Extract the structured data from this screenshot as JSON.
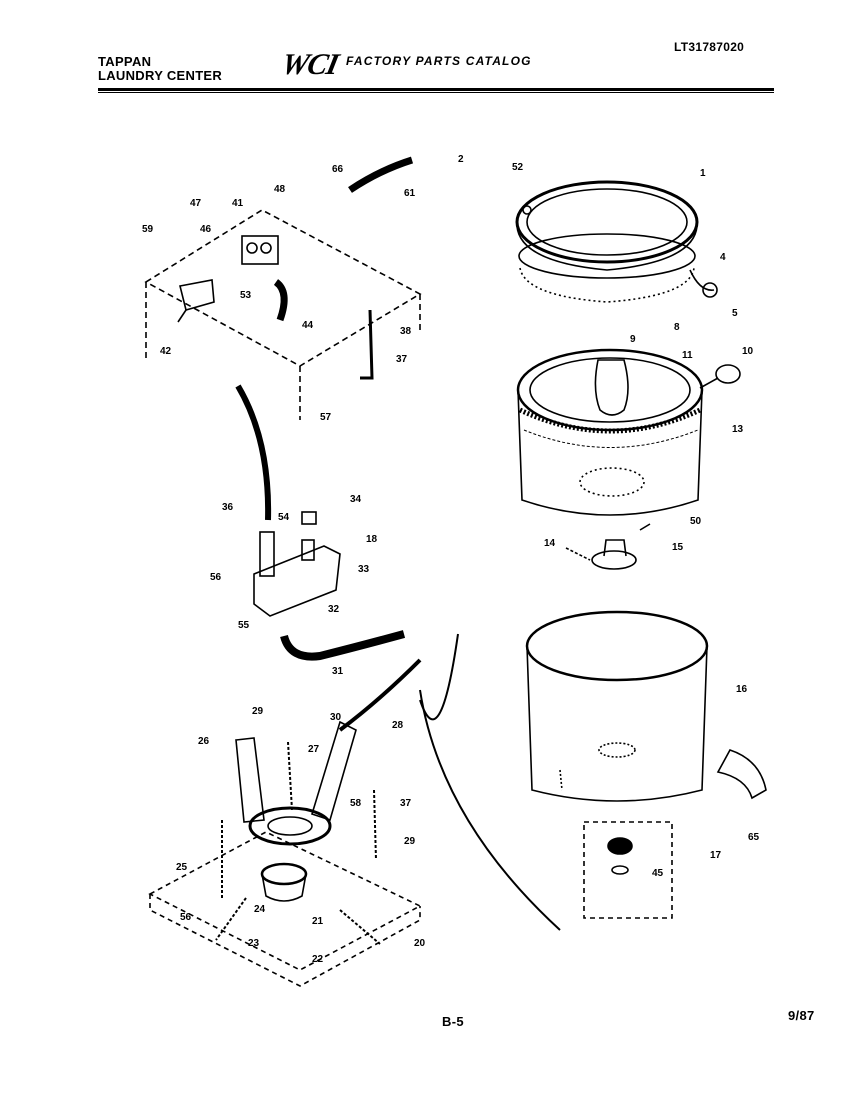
{
  "header": {
    "brand_line1": "TAPPAN",
    "brand_line2": "LAUNDRY CENTER",
    "logo_text": "WCI",
    "catalog_title": "FACTORY PARTS CATALOG",
    "model_number": "LT31787020"
  },
  "footer": {
    "page_number": "B-5",
    "date_code": "9/87"
  },
  "part_labels": [
    "1",
    "2",
    "52",
    "66",
    "61",
    "48",
    "47",
    "46",
    "59",
    "41",
    "53",
    "44",
    "42",
    "38",
    "37",
    "57",
    "4",
    "5",
    "8",
    "9",
    "10",
    "11",
    "13",
    "36",
    "34",
    "54",
    "18",
    "33",
    "56",
    "32",
    "55",
    "31",
    "50",
    "14",
    "15",
    "16",
    "29",
    "30",
    "28",
    "26",
    "27",
    "37",
    "58",
    "29",
    "25",
    "24",
    "21",
    "56",
    "23",
    "22",
    "20",
    "17",
    "45",
    "65"
  ]
}
